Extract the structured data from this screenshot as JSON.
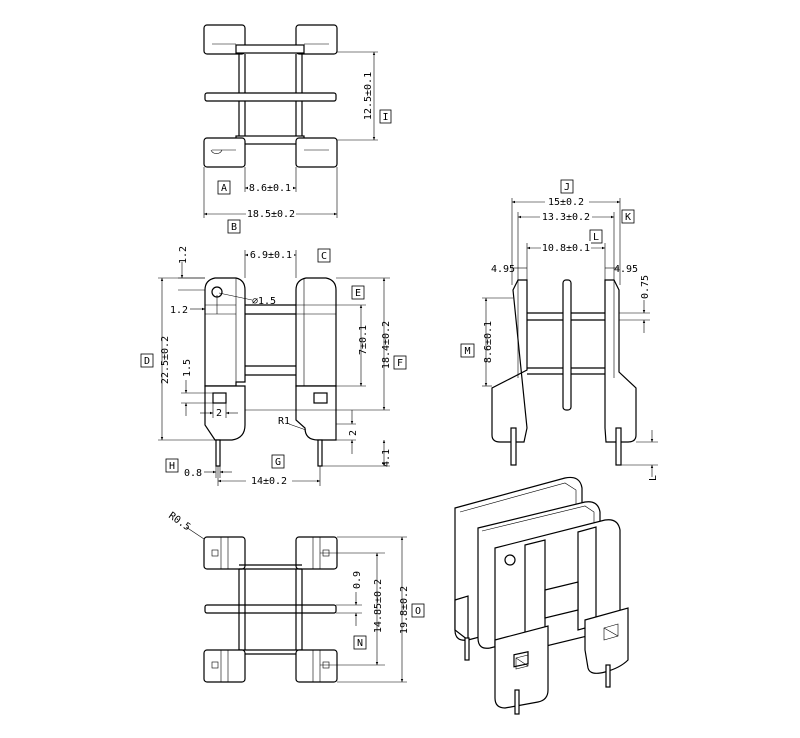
{
  "top_view": {
    "dims": {
      "height_12_5": "12.5±0.1",
      "width_8_6": "8.6±0.1",
      "width_18_5": "18.5±0.2"
    },
    "tags": {
      "a": "A",
      "b": "B",
      "i": "I"
    }
  },
  "front_view": {
    "dims": {
      "d1_2_top": "1.2",
      "d1_2_left": "1.2",
      "d6_9": "6.9±0.1",
      "phi1_5": "⌀1.5",
      "d22_5": "22.5±0.2",
      "d1_5": "1.5",
      "d2_left": "2",
      "r1": "R1",
      "d7": "7±0.1",
      "d18_4": "18.4±0.2",
      "d2_right": "2",
      "d4_1": "4.1",
      "d0_8": "0.8",
      "d14": "14±0.2"
    },
    "tags": {
      "c": "C",
      "d": "D",
      "e": "E",
      "f": "F",
      "g": "G",
      "h": "H"
    }
  },
  "side_view": {
    "dims": {
      "d15": "15±0.2",
      "d13_3": "13.3±0.2",
      "d10_8": "10.8±0.1",
      "d4_95_left": "4.95",
      "d4_95_right": "4.95",
      "d0_75": "0.75",
      "d8_6": "8.6±0.1"
    },
    "tags": {
      "j": "J",
      "k": "K",
      "l": "L",
      "m": "M",
      "l_right": "L"
    }
  },
  "bottom_view": {
    "dims": {
      "r0_5": "R0.5",
      "d0_9": "0.9",
      "d14_85": "14.85±0.2",
      "d19_8": "19.8±0.2"
    },
    "tags": {
      "n": "N",
      "o": "O"
    }
  }
}
